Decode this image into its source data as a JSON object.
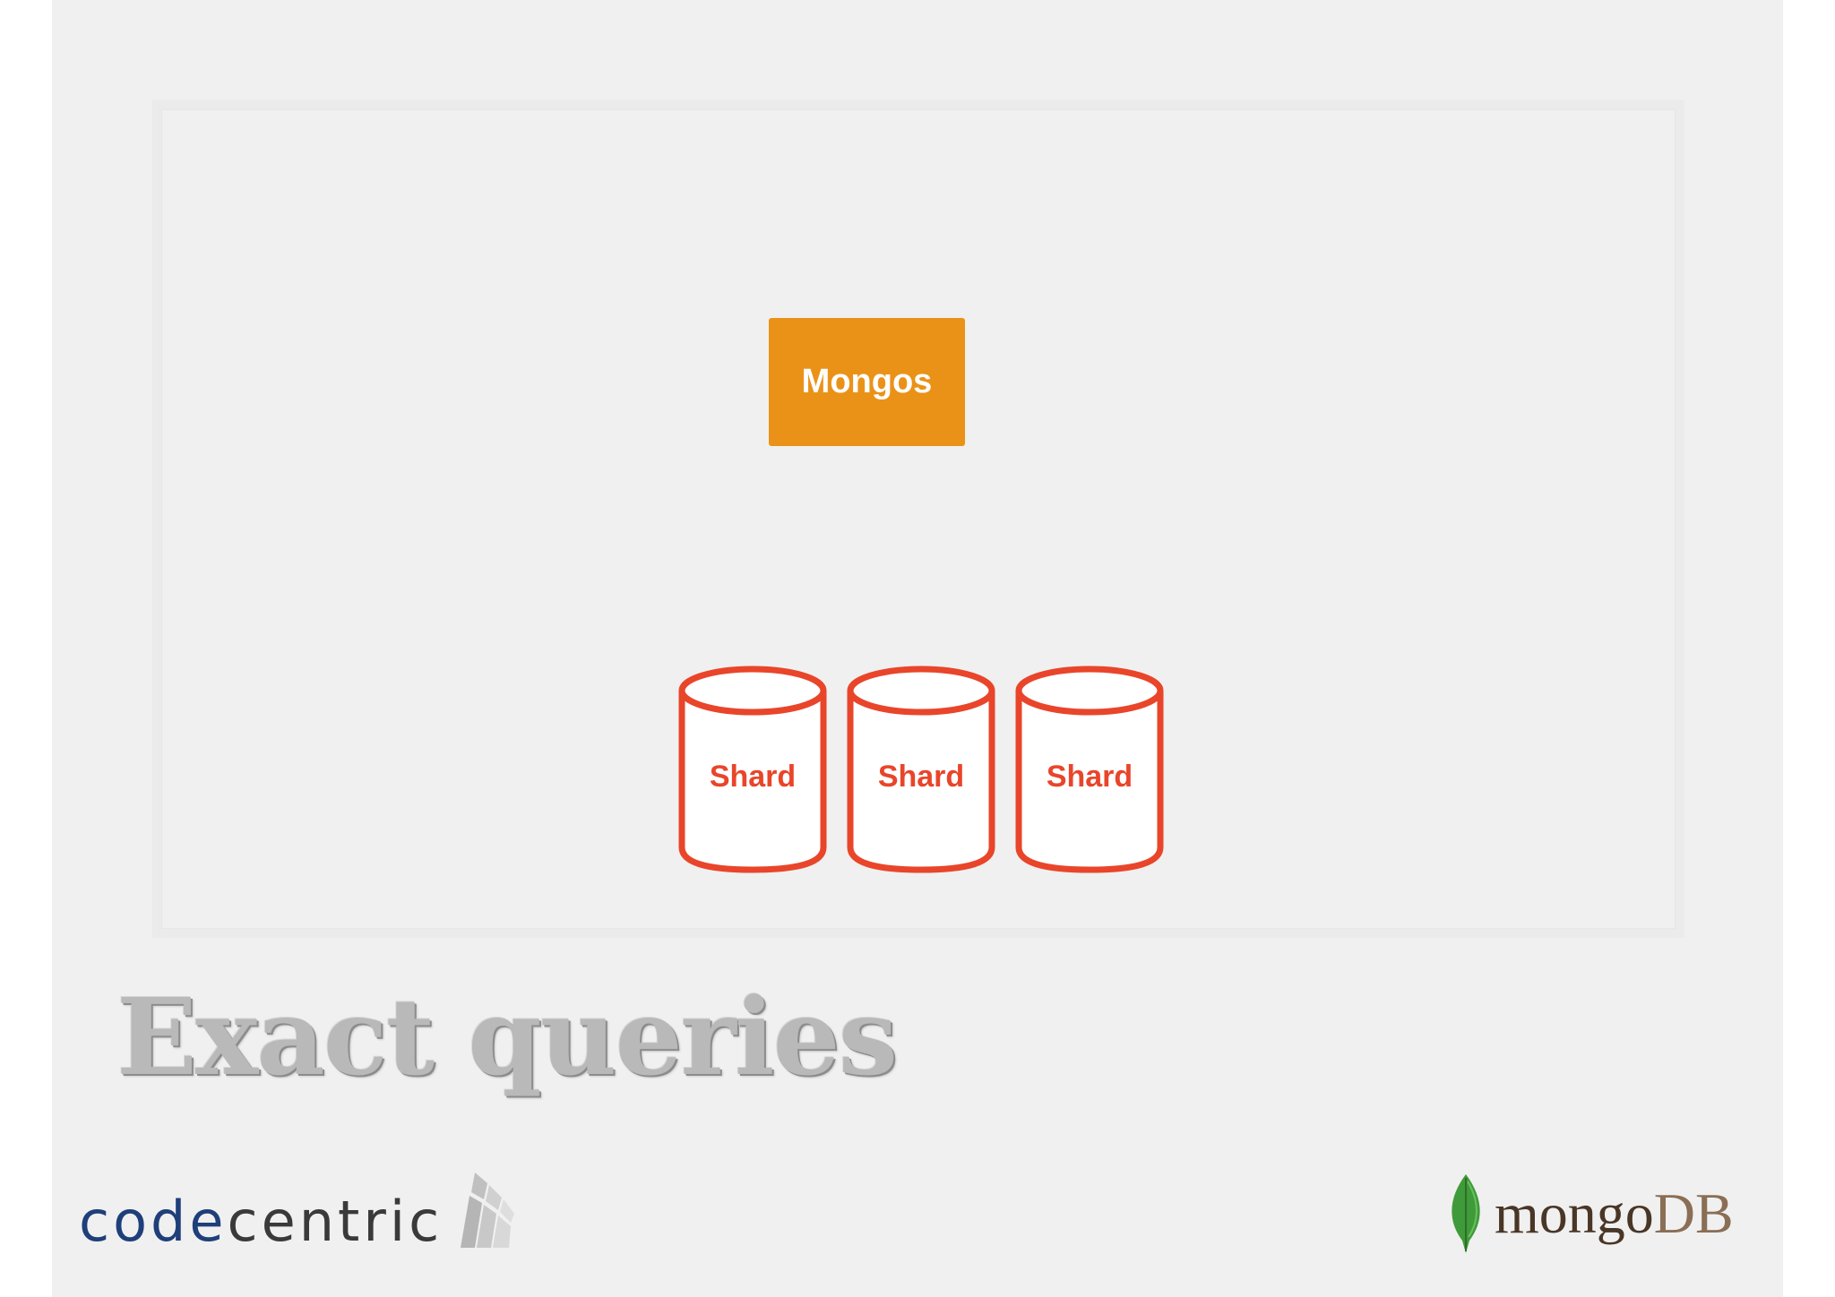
{
  "diagram": {
    "router_label": "Mongos",
    "shards": [
      {
        "label": "Shard"
      },
      {
        "label": "Shard"
      },
      {
        "label": "Shard"
      }
    ]
  },
  "title": "Exact queries",
  "logos": {
    "left_part1": "code",
    "left_part2": "centric",
    "right_part1": "mongo",
    "right_part2": "DB"
  },
  "colors": {
    "router": "#ea9218",
    "shard": "#e9452a",
    "leaf": "#3f9a3a"
  }
}
